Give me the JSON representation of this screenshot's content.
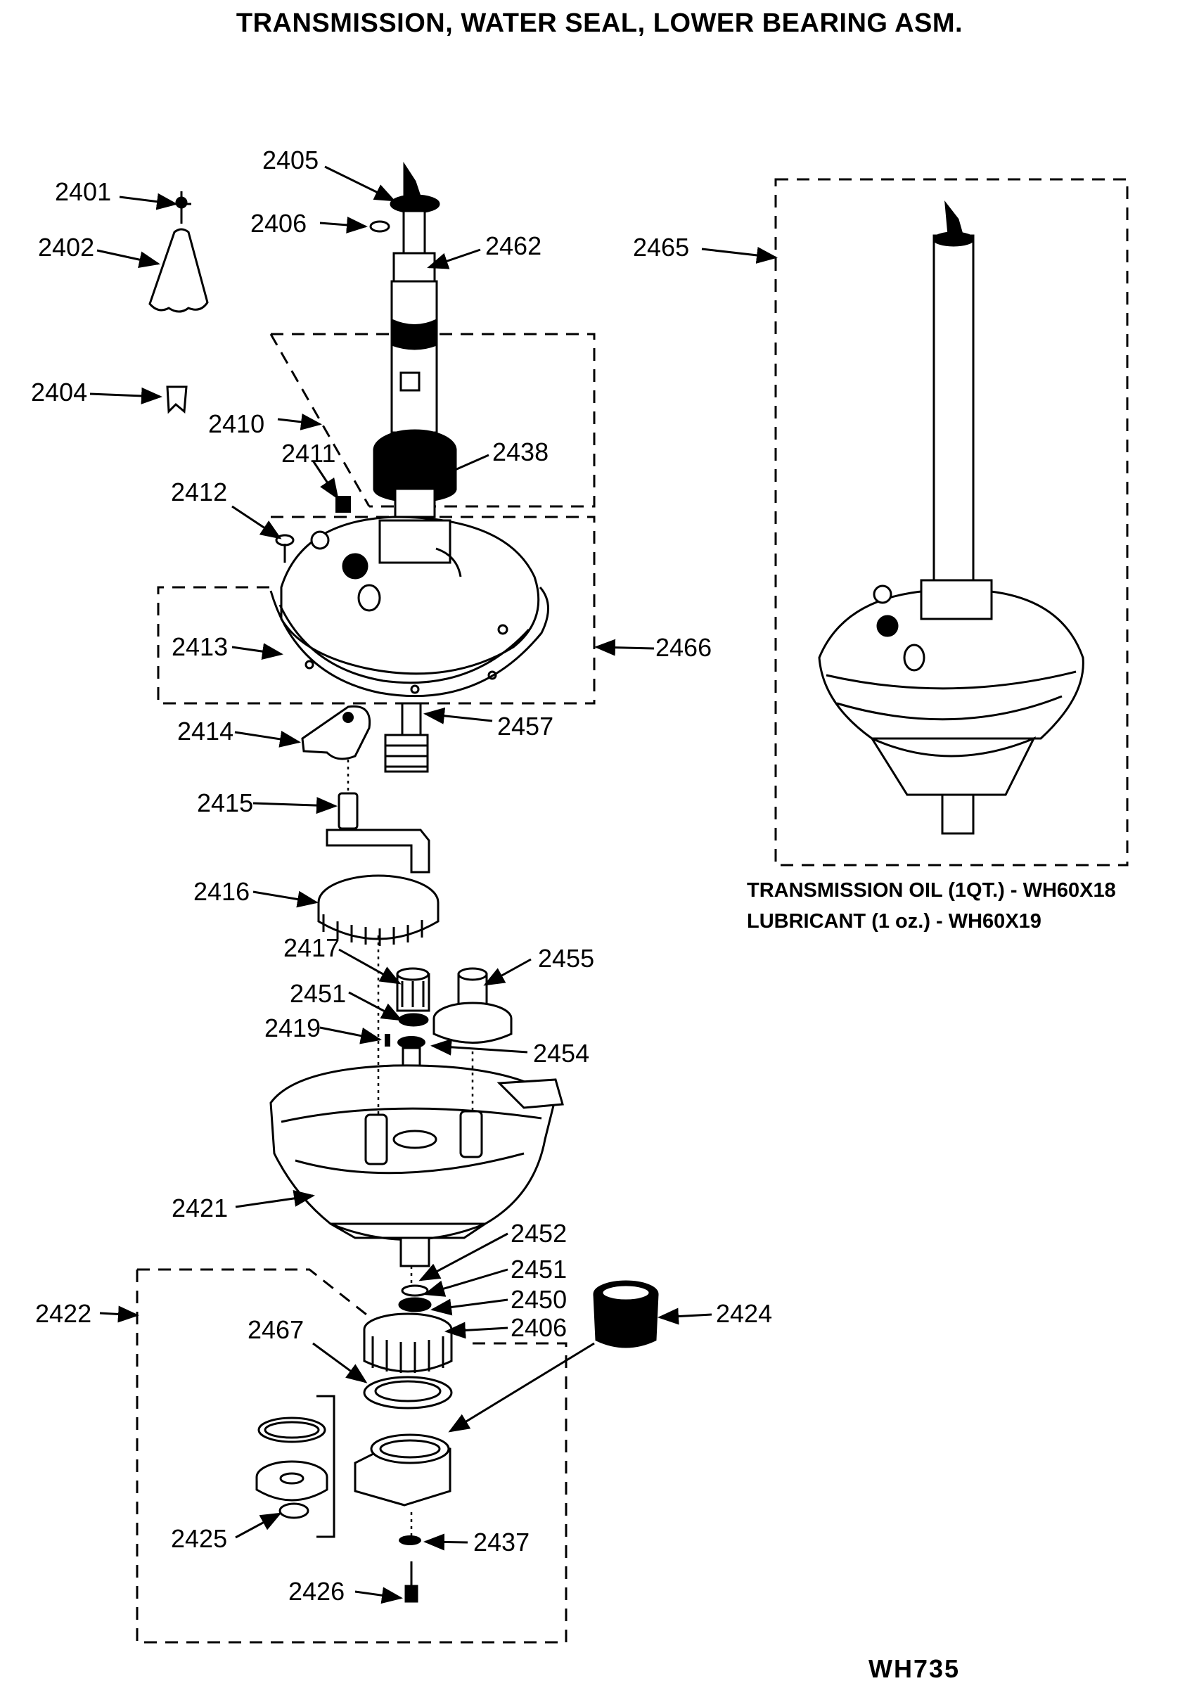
{
  "title": "TRANSMISSION, WATER SEAL, LOWER BEARING ASM.",
  "notes": {
    "oil": "TRANSMISSION OIL (1QT.) - WH60X18",
    "lubricant": "LUBRICANT (1 oz.) - WH60X19"
  },
  "diagram_code": "WH735",
  "labels": {
    "p2405": "2405",
    "p2401": "2401",
    "p2406a": "2406",
    "p2462": "2462",
    "p2402": "2402",
    "p2465": "2465",
    "p2404": "2404",
    "p2410": "2410",
    "p2411": "2411",
    "p2438": "2438",
    "p2412": "2412",
    "p2413": "2413",
    "p2466": "2466",
    "p2414": "2414",
    "p2457": "2457",
    "p2415": "2415",
    "p2416": "2416",
    "p2417": "2417",
    "p2455": "2455",
    "p2451a": "2451",
    "p2419": "2419",
    "p2454": "2454",
    "p2421": "2421",
    "p2452": "2452",
    "p2451b": "2451",
    "p2422": "2422",
    "p2450": "2450",
    "p2424": "2424",
    "p2467": "2467",
    "p2406b": "2406",
    "p2425": "2425",
    "p2437": "2437",
    "p2426": "2426"
  }
}
